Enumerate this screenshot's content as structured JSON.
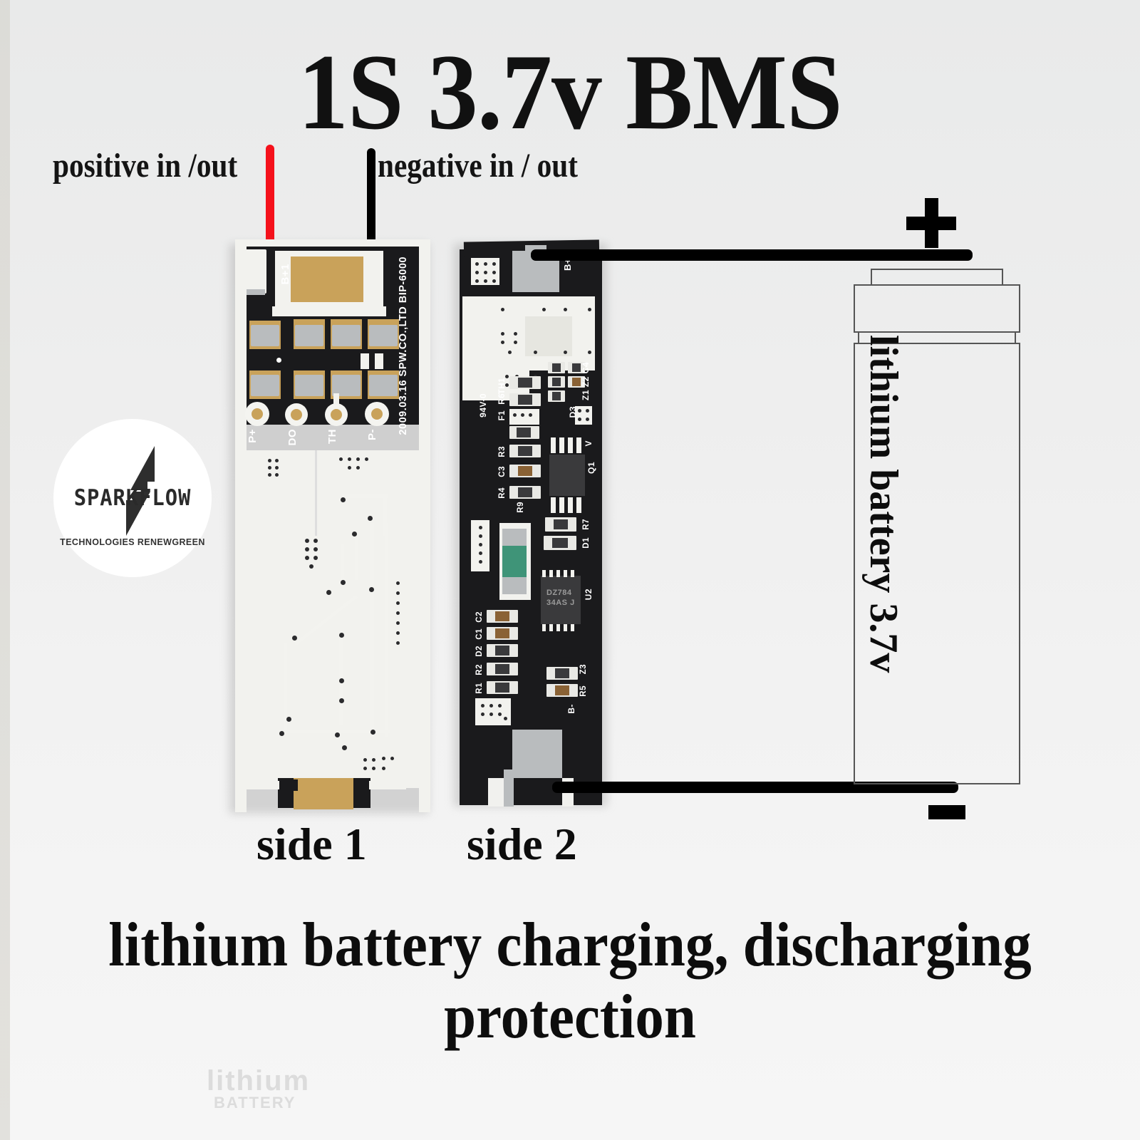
{
  "title": "1S 3.7v BMS",
  "annotations": {
    "positive_label": "positive in /out",
    "negative_label": "negative in / out",
    "plus_symbol": "+",
    "minus_symbol": "–"
  },
  "boards": {
    "side1": {
      "caption": "side 1",
      "silkscreen": {
        "b_plus_1": "B+1",
        "manufacturer": "2009.03.16 SPW.CO.,LTD BIP-6000",
        "pads": [
          "P+",
          "DO",
          "TH",
          "P-"
        ]
      }
    },
    "side2": {
      "caption": "side 2",
      "silkscreen": {
        "b_plus": "B+",
        "b_minus": "B-",
        "th1": "TH1",
        "r6": "R6",
        "f1": "F1",
        "ul_mark": "94V-0",
        "r3": "R3",
        "c3": "C3",
        "r4": "R4",
        "r9": "R9",
        "z1z2c4": "Z1 Z2 C4",
        "d3": "D3",
        "v_mark": "V",
        "q1": "Q1",
        "r7": "R7",
        "d1": "D1",
        "u2": "U2",
        "ic_marking_1": "DZ784",
        "ic_marking_2": "34AS J",
        "c2": "C2",
        "c1": "C1",
        "d2": "D2",
        "r2": "R2",
        "r1": "R1",
        "z3": "Z3",
        "r5": "R5"
      }
    }
  },
  "battery": {
    "label": "lithium battery 3.7v",
    "positive_terminal": "+",
    "negative_terminal": "–"
  },
  "footer_caption": "lithium battery charging, discharging protection",
  "logo": {
    "wordmark": "SPARKFLOW",
    "tagline": "TECHNOLOGIES RENEWGREEN"
  },
  "ghost_text": {
    "line1": "lithium",
    "line2": "BATTERY"
  },
  "colors": {
    "background": "#eceded",
    "ink": "#111111",
    "wire_positive": "#f5111b",
    "wire_negative": "#000000",
    "pcb_dark": "#1a1a1c",
    "pcb_white_mask": "#f2f2ee",
    "pad_gold": "#c9a25a"
  }
}
